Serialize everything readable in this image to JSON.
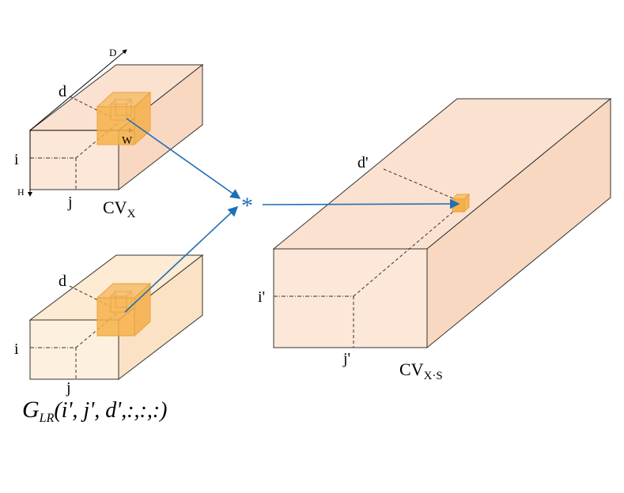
{
  "colors": {
    "cv_fill": "#fbe1cf",
    "g_fill": "#fdebd3",
    "cube_fill": "#f6b14a",
    "cube_stroke": "#e7a23a",
    "arrow": "#1f6fb5",
    "edge": "#333333"
  },
  "cv_x": {
    "axis_d": "D",
    "axis_w": "W",
    "axis_h": "H",
    "label_d": "d",
    "label_i": "i",
    "label_j": "j",
    "title_main": "CV",
    "title_sub": "X"
  },
  "g_lr": {
    "label_d": "d",
    "label_i": "i",
    "label_j": "j",
    "formula_G": "G",
    "formula_sub": "LR",
    "formula_args": "(i', j', d',:,:,:)"
  },
  "operator": {
    "symbol": "*"
  },
  "cv_xs": {
    "label_d": "d'",
    "label_i": "i'",
    "label_j": "j'",
    "title_main": "CV",
    "title_sub": "X·S"
  }
}
